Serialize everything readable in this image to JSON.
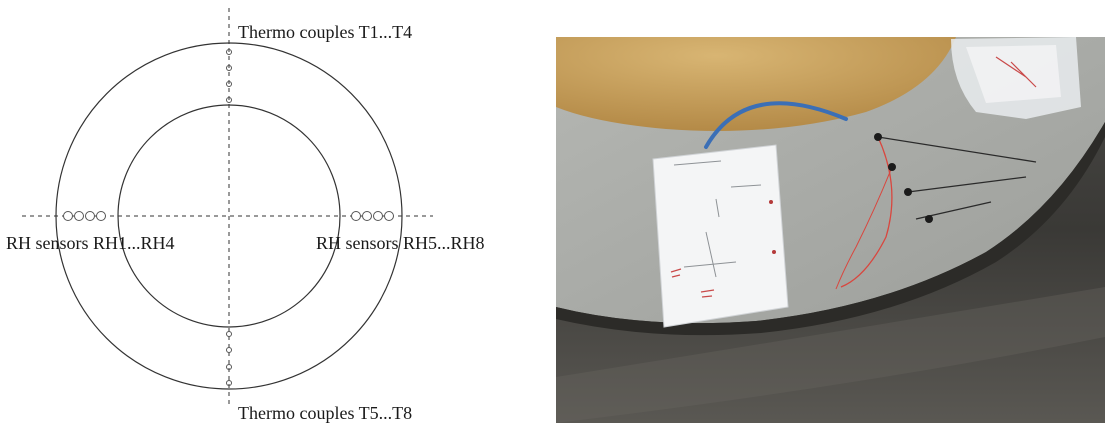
{
  "diagram": {
    "labels": {
      "top": "Thermo couples T1...T4",
      "bottom": "Thermo couples T5...T8",
      "left": "RH sensors RH1...RH4",
      "right": "RH sensors RH5...RH8"
    },
    "line_color": "#333333",
    "sensor_color": "#555555"
  },
  "photo": {
    "colors": {
      "board": "#c9a35f",
      "concrete": "#a9aba7",
      "floor": "#3d3c39",
      "cable": "#3b6fb6",
      "wire": "#d9463e",
      "sensor": "#1b1b1b"
    }
  }
}
